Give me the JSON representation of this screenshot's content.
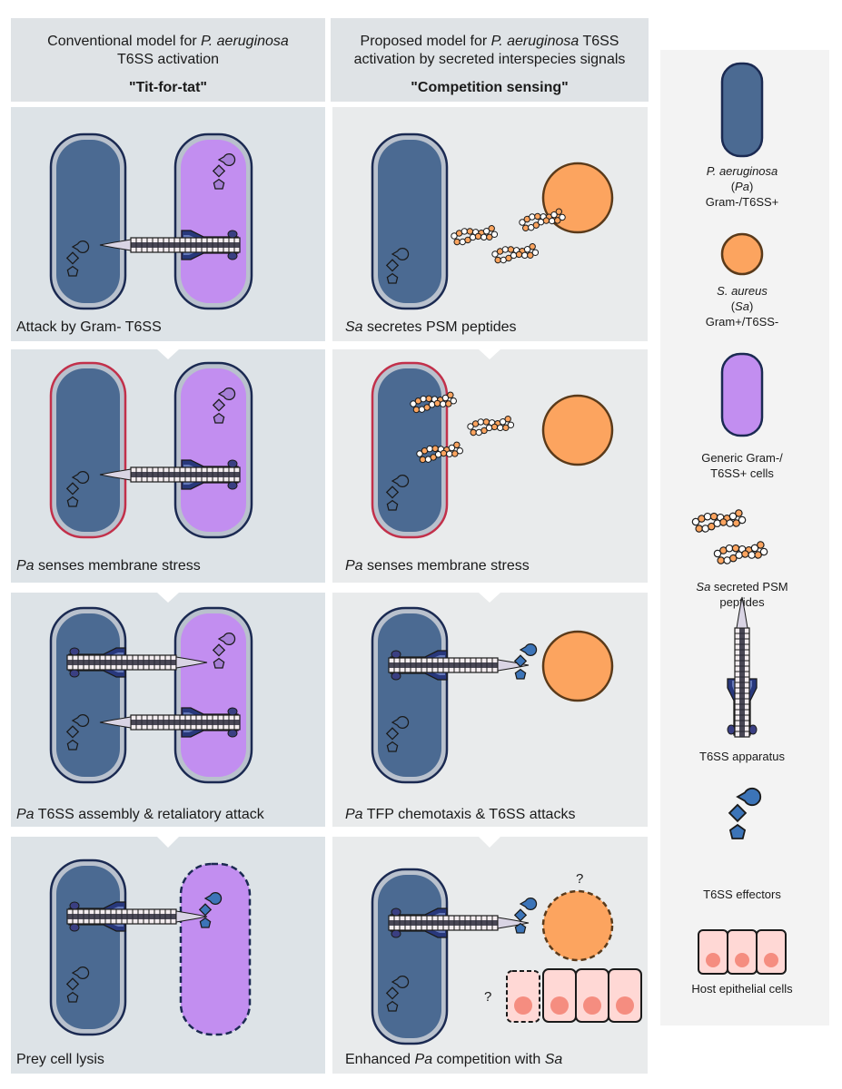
{
  "colors": {
    "header_bg": "#dfe3e6",
    "panel_bg": "#dde3e7",
    "panel_bg_right": "#e9ebec",
    "legend_bg": "#f3f3f3",
    "pa_fill": "#4b6a92",
    "pa_outline": "#1b2a52",
    "generic_fill": "#c28ef0",
    "sa_fill": "#fca45f",
    "stress_ring": "#c2304a",
    "effector_fill": "#3c74b8",
    "host_cell_fill": "#ffd8d5",
    "host_nucleus": "#f58d80"
  },
  "headers": {
    "left": {
      "line1_prefix": "Conventional model for ",
      "line1_italic": "P. aeruginosa",
      "line2": "T6SS activation",
      "tagline": "\"Tit-for-tat\""
    },
    "right": {
      "line1_prefix": "Proposed model for ",
      "line1_italic": "P. aeruginosa",
      "line1_suffix": " T6SS",
      "line2": "activation by secreted interspecies signals",
      "tagline": "\"Competition sensing\""
    }
  },
  "panels": {
    "left": [
      {
        "caption_italic": "",
        "caption": "Attack by Gram- T6SS"
      },
      {
        "caption_italic": "Pa",
        "caption": " senses membrane stress"
      },
      {
        "caption_italic": "Pa",
        "caption": " T6SS assembly & retaliatory attack"
      },
      {
        "caption_italic": "",
        "caption": "Prey cell lysis"
      }
    ],
    "right": [
      {
        "caption_italic": "Sa",
        "caption": " secretes PSM peptides"
      },
      {
        "caption_italic": "Pa",
        "caption": " senses membrane stress"
      },
      {
        "caption_italic": "Pa",
        "caption": " TFP chemotaxis & T6SS attacks"
      },
      {
        "caption_prefix": "Enhanced ",
        "caption_italic": "Pa",
        "caption": " competition with ",
        "caption_italic2": "Sa"
      }
    ]
  },
  "question_marks": {
    "sa": "?",
    "host": "?"
  },
  "legend": {
    "pa": {
      "italic": "P. aeruginosa",
      "abbr_open": "(",
      "abbr": "Pa",
      "abbr_close": ")",
      "line3": "Gram-/T6SS+"
    },
    "sa": {
      "italic": "S. aureus",
      "abbr_open": "(",
      "abbr": "Sa",
      "abbr_close": ")",
      "line3": "Gram+/T6SS-"
    },
    "generic": {
      "line1": "Generic Gram-/",
      "line2": "T6SS+ cells"
    },
    "psm": {
      "italic": "Sa",
      "line1": " secreted PSM",
      "line2": "peptides"
    },
    "t6ss": {
      "label": "T6SS apparatus"
    },
    "effectors": {
      "label": "T6SS effectors"
    },
    "host": {
      "label": "Host epithelial cells"
    }
  }
}
